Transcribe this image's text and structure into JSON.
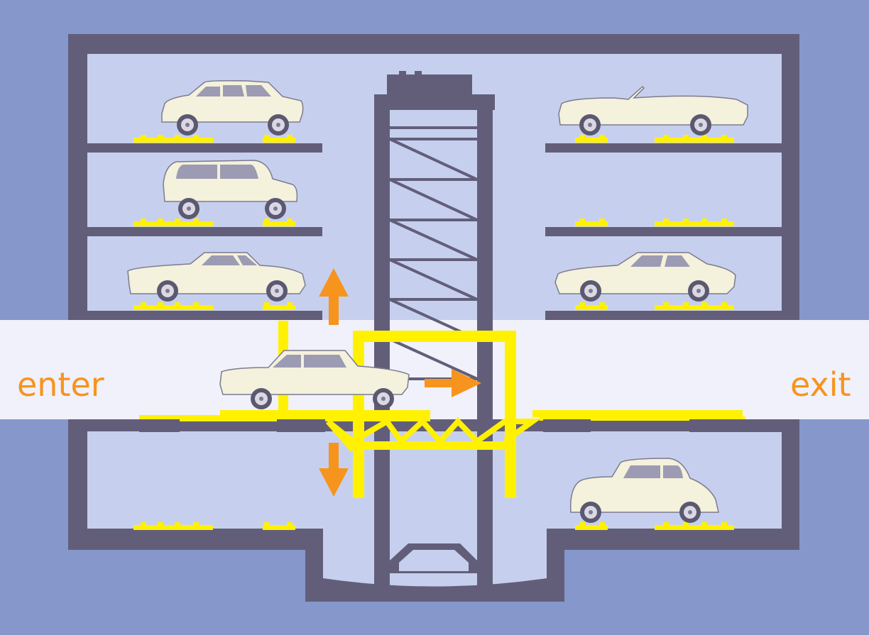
{
  "labels": {
    "enter": "enter",
    "exit": "exit"
  },
  "colors": {
    "background": "#8597cb",
    "interior": "#c6d0ee",
    "structure": "#625e7a",
    "lift": "#fff100",
    "lift_detail": "#e2c400",
    "arrow": "#f7941d",
    "arrow_inner": "#ff6a13",
    "car_body": "#f4f1dc",
    "car_window": "#9c9bb3",
    "corridor": "#f0f1fa",
    "label_text": "#f7941d"
  },
  "icons": {
    "arrow_up": "arrow-up-icon",
    "arrow_down": "arrow-down-icon",
    "arrow_right": "arrow-right-icon",
    "car": "car-icon"
  },
  "parked_cars": {
    "left_column": [
      "hatchback",
      "mini",
      "coupe",
      "empty"
    ],
    "right_column": [
      "convertible",
      "empty",
      "sports-coupe",
      "vintage-sedan"
    ]
  }
}
